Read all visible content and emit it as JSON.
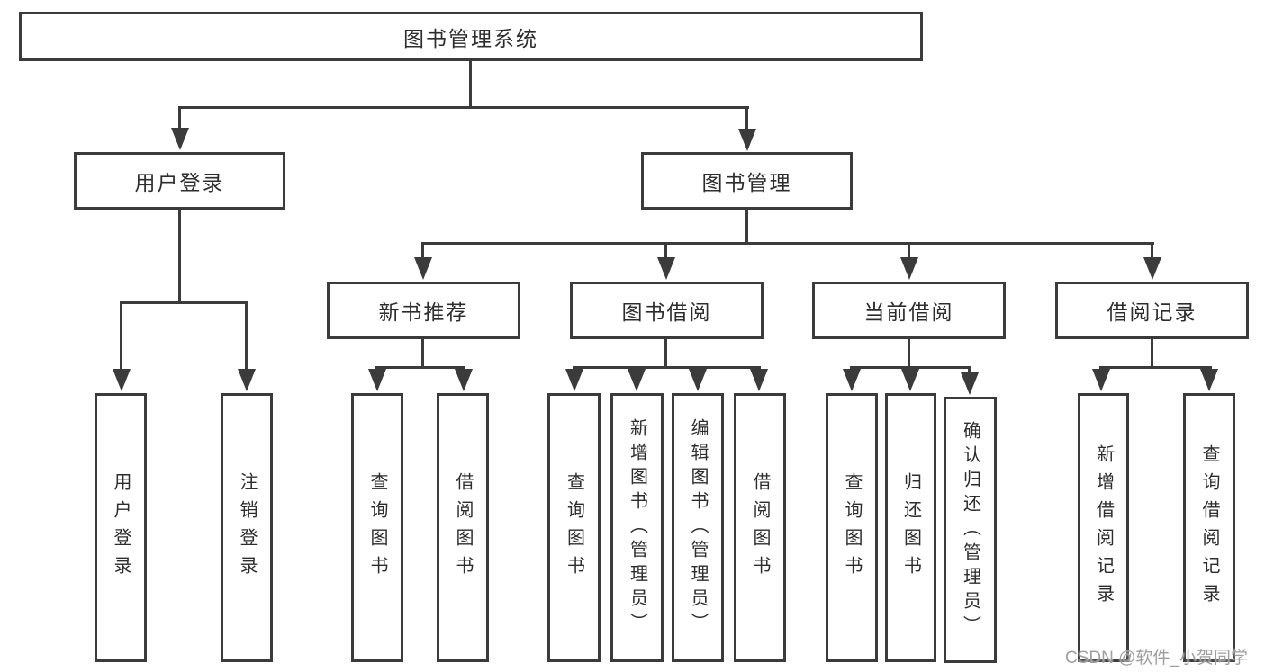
{
  "diagram": {
    "title": "图书管理系统",
    "type": "hierarchy-tree",
    "colors": {
      "line": "#3b3b3b",
      "box_border": "#3b3b3b",
      "text": "#2d2d2d",
      "background": "#ffffff",
      "watermark": "#9a9a9a"
    },
    "tree": {
      "label": "图书管理系统",
      "children": [
        {
          "label": "用户登录",
          "children": [
            {
              "label": "用户登录"
            },
            {
              "label": "注销登录"
            }
          ]
        },
        {
          "label": "图书管理",
          "children": [
            {
              "label": "新书推荐",
              "children": [
                {
                  "label": "查询图书"
                },
                {
                  "label": "借阅图书"
                }
              ]
            },
            {
              "label": "图书借阅",
              "children": [
                {
                  "label": "查询图书"
                },
                {
                  "label": "新增图书（管理员）"
                },
                {
                  "label": "编辑图书（管理员）"
                },
                {
                  "label": "借阅图书"
                }
              ]
            },
            {
              "label": "当前借阅",
              "children": [
                {
                  "label": "查询图书"
                },
                {
                  "label": "归还图书"
                },
                {
                  "label": "确认归还（管理员）"
                }
              ]
            },
            {
              "label": "借阅记录",
              "children": [
                {
                  "label": "新增借阅记录"
                },
                {
                  "label": "查询借阅记录"
                }
              ]
            }
          ]
        }
      ]
    }
  },
  "watermark": {
    "text": "CSDN @软件_小贺同学"
  }
}
